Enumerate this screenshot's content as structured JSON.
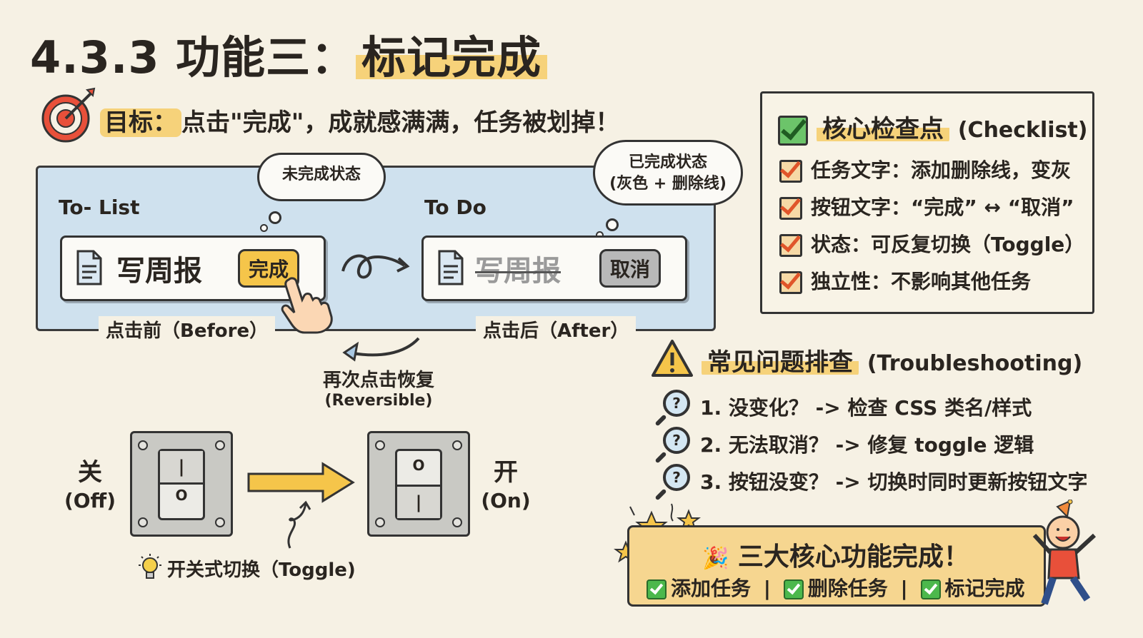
{
  "title": {
    "number": "4.3.3 功能三：",
    "highlight": "标记完成"
  },
  "goal": {
    "label": "目标：",
    "text": "点击\"完成\"，成就感满满，任务被划掉！"
  },
  "demo": {
    "before": {
      "column_title": "To- List",
      "thought": "未完成状态",
      "task": "写周报",
      "button": "完成",
      "caption": "点击前（Before）"
    },
    "after": {
      "column_title": "To Do",
      "thought_line1": "已完成状态",
      "thought_line2": "(灰色 + 删除线)",
      "task": "写周报",
      "button": "取消",
      "caption": "点击后（After）"
    },
    "reverse_line1": "再次点击恢复",
    "reverse_line2": "(Reversible)"
  },
  "toggle": {
    "off_label": "关",
    "off_sub": "(Off)",
    "on_label": "开",
    "on_sub": "(On)",
    "rocker_mark_one": "|",
    "rocker_mark_zero": "O",
    "caption": "开关式切换（Toggle)"
  },
  "checklist": {
    "title": "核心检查点",
    "title_en": "(Checklist)",
    "items": [
      "任务文字：添加删除线，变灰",
      "按钮文字：“完成” ↔ “取消”",
      "状态：可反复切换（Toggle）",
      "独立性：不影响其他任务"
    ]
  },
  "troubleshooting": {
    "title": "常见问题排查",
    "title_en": "(Troubleshooting)",
    "mag_symbol": "?",
    "items": [
      "1. 没变化？ -> 检查 CSS 类名/样式",
      "2. 无法取消？ -> 修复 toggle 逻辑",
      "3. 按钮没变？ -> 切换时同时更新按钮文字"
    ]
  },
  "banner": {
    "party_emoji": "🎉",
    "title": "三大核心功能完成！",
    "items": [
      "添加任务",
      "删除任务",
      "标记完成"
    ],
    "separator": "|"
  },
  "colors": {
    "highlight": "#f6d27a",
    "panel": "#cfe1ee",
    "done_button": "#f5c54a",
    "cancel_button": "#b8b8b8",
    "check_orange": "#e0552a",
    "check_green": "#4cb84c"
  }
}
